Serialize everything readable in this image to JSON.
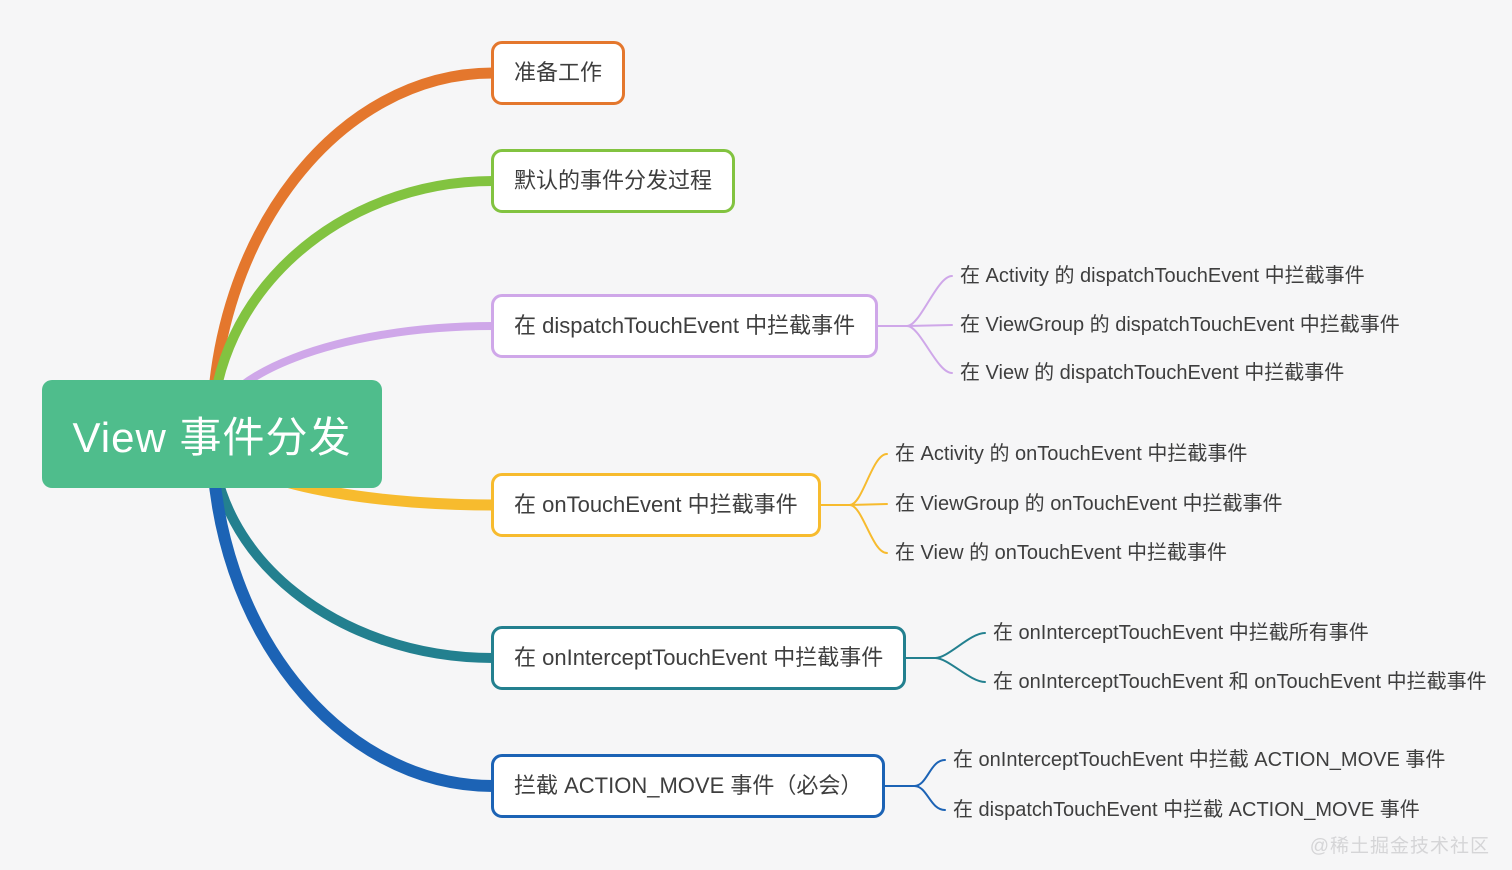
{
  "background": "#F6F6F7",
  "text_color": "#3E3E3E",
  "root": {
    "label": "View 事件分发",
    "fill": "#4FBD8C",
    "text_color": "#FFFFFF"
  },
  "branches": [
    {
      "label": "准备工作",
      "color": "#E4772D",
      "children": []
    },
    {
      "label": "默认的事件分发过程",
      "color": "#82C340",
      "children": []
    },
    {
      "label": "在 dispatchTouchEvent 中拦截事件",
      "color": "#CFA7E9",
      "children": [
        {
          "label": "在 Activity 的 dispatchTouchEvent 中拦截事件"
        },
        {
          "label": "在 ViewGroup 的 dispatchTouchEvent 中拦截事件"
        },
        {
          "label": "在 View 的 dispatchTouchEvent 中拦截事件"
        }
      ]
    },
    {
      "label": "在 onTouchEvent 中拦截事件",
      "color": "#F7BB2E",
      "children": [
        {
          "label": "在 Activity 的 onTouchEvent 中拦截事件"
        },
        {
          "label": "在 ViewGroup 的 onTouchEvent 中拦截事件"
        },
        {
          "label": "在 View 的 onTouchEvent 中拦截事件"
        }
      ]
    },
    {
      "label": "在 onInterceptTouchEvent 中拦截事件",
      "color": "#23808F",
      "children": [
        {
          "label": "在 onInterceptTouchEvent 中拦截所有事件"
        },
        {
          "label": "在 onInterceptTouchEvent 和 onTouchEvent 中拦截事件"
        }
      ]
    },
    {
      "label": "拦截 ACTION_MOVE 事件（必会）",
      "color": "#1C63B5",
      "children": [
        {
          "label": "在 onInterceptTouchEvent 中拦截 ACTION_MOVE 事件"
        },
        {
          "label": "在 dispatchTouchEvent 中拦截 ACTION_MOVE 事件"
        }
      ]
    }
  ],
  "watermark": "@稀土掘金技术社区"
}
